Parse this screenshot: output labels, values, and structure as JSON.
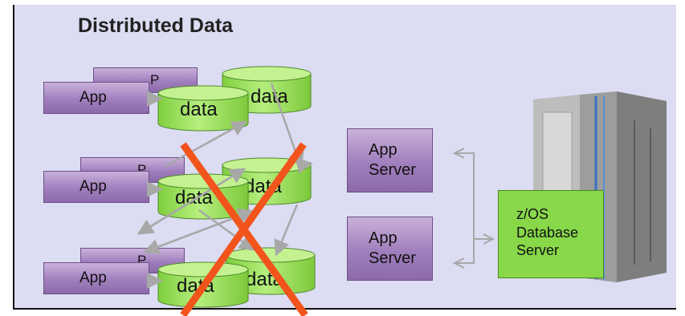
{
  "title": "Distributed Data",
  "app_label": "App",
  "back_label_fragment": "P",
  "data_label": "data",
  "app_server": {
    "line1": "App",
    "line2": "Server"
  },
  "db_server": {
    "line1": "z/OS",
    "line2": "Database",
    "line3": "Server"
  },
  "colors": {
    "background": "#dcdcf3",
    "app_box": "#a07fbd",
    "data_cylinder": "#9be05a",
    "db_server": "#88d84a",
    "cross": "#f2541b",
    "arrows": "#a8a8a8"
  },
  "icons": [
    "mainframe-server-icon",
    "database-cylinder-icon",
    "red-x-icon"
  ]
}
